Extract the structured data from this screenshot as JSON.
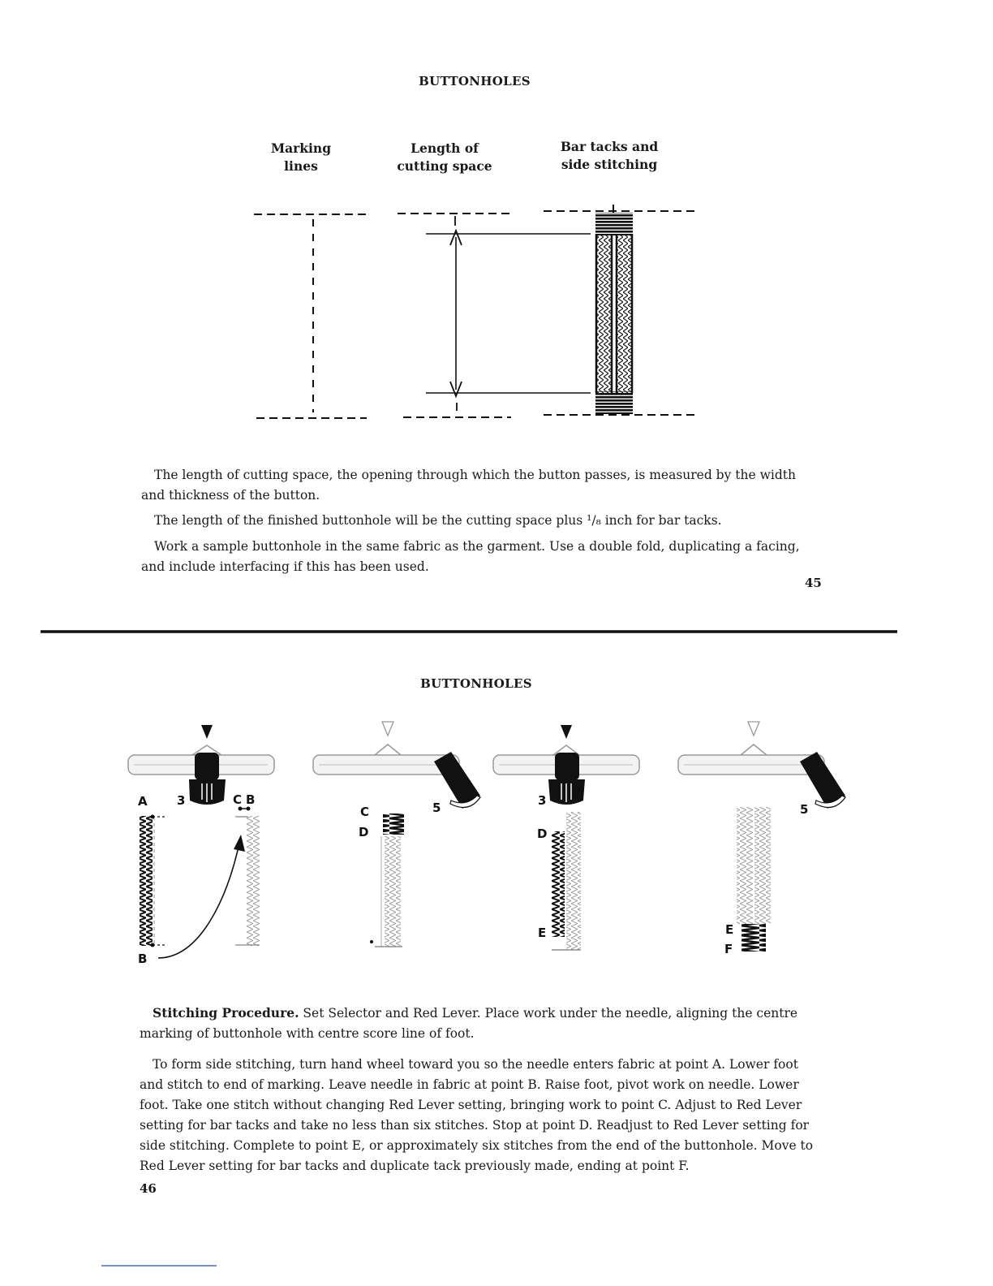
{
  "page45": {
    "title": "BUTTONHOLES",
    "columns": [
      {
        "label": "Marking\nlines"
      },
      {
        "label": "Length of\ncutting space"
      },
      {
        "label": "Bar tacks and\nside stitching"
      }
    ],
    "paragraphs": [
      "The length of cutting space, the opening through which the button passes, is measured by the width and thickness of the button.",
      "The length of the finished buttonhole will be the cutting space plus ¹/₈ inch for bar tacks.",
      "Work a sample buttonhole in the same fabric as the garment. Use a double fold, duplicating a facing, and include interfacing if this has been used."
    ],
    "page_number": "45"
  },
  "page46": {
    "title": "BUTTONHOLES",
    "diagram_labels": {
      "fig1": {
        "a": "A",
        "b_top": "B",
        "c": "C",
        "b_bottom": "B",
        "setting": "3"
      },
      "fig2": {
        "c": "C",
        "d": "D",
        "setting": "5"
      },
      "fig3": {
        "d": "D",
        "e": "E",
        "setting": "3"
      },
      "fig4": {
        "e": "E",
        "f": "F",
        "setting": "5"
      }
    },
    "procedure_heading": "Stitching Procedure.",
    "procedure_text": " Set Selector and Red Lever. Place work under the needle, aligning the centre marking of buttonhole with centre score line of foot.",
    "steps_text": "To form side stitching, turn hand wheel toward you so the needle enters fabric at point A. Lower foot and stitch to end of marking. Leave needle in fabric at point B. Raise foot, pivot work on needle. Lower foot. Take one stitch without changing Red Lever setting, bringing work to point C. Adjust to Red Lever setting for bar tacks and take no less than six stitches. Stop at point D. Readjust to Red Lever setting for side stitching. Complete to point E, or approximately six stitches from the end of the buttonhole. Move to Red Lever setting for bar tacks and duplicate tack previously made, ending at point F.",
    "page_number": "46"
  }
}
